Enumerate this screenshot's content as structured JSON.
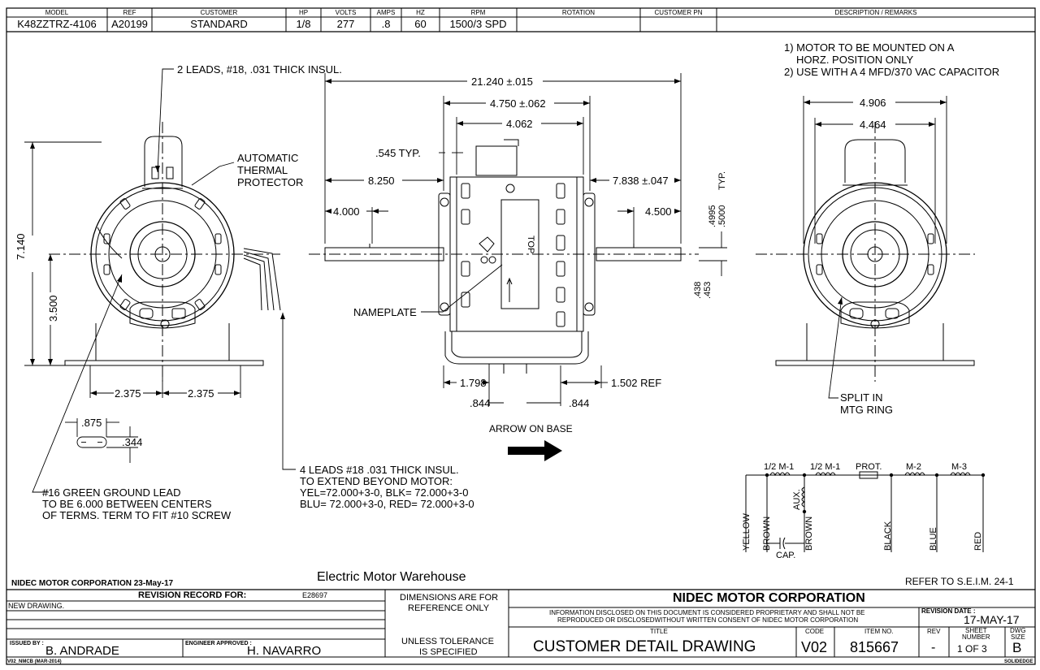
{
  "header": {
    "cols": [
      "MODEL",
      "REF",
      "CUSTOMER",
      "HP",
      "VOLTS",
      "AMPS",
      "HZ",
      "RPM",
      "ROTATION",
      "CUSTOMER PN",
      "DESCRIPTION / REMARKS"
    ],
    "vals": [
      "K48ZZTRZ-4106",
      "A20199",
      "STANDARD",
      "1/8",
      "277",
      ".8",
      "60",
      "1500/3 SPD",
      "",
      "",
      ""
    ]
  },
  "notes": {
    "n1a": "1) MOTOR TO BE MOUNTED ON A",
    "n1b": "HORZ. POSITION ONLY",
    "n2": "2) USE WITH A 4 MFD/370 VAC CAPACITOR"
  },
  "callouts": {
    "leads2": "2 LEADS, #18, .031 THICK INSUL.",
    "thermal1": "AUTOMATIC",
    "thermal2": "THERMAL",
    "thermal3": "PROTECTOR",
    "nameplate": "NAMEPLATE",
    "top": "TOP",
    "split1": "SPLIT IN",
    "split2": "MTG RING",
    "arrow": "ARROW ON BASE",
    "ground1": "#16 GREEN GROUND LEAD",
    "ground2": "TO BE  6.000 BETWEEN CENTERS",
    "ground3": "OF TERMS. TERM TO FIT #10 SCREW",
    "leads4a": "4 LEADS #18 .031 THICK INSUL.",
    "leads4b": "TO EXTEND BEYOND MOTOR:",
    "leads4c": "YEL=72.000+3-0, BLK= 72.000+3-0",
    "leads4d": "BLU= 72.000+3-0, RED= 72.000+3-0"
  },
  "dims": {
    "d21240": "21.240 ±.015",
    "d4750": "4.750 ±.062",
    "d4062": "4.062",
    "d545": ".545 TYP.",
    "d8250": "8.250",
    "d7838": "7.838 ±.047",
    "d4000": "4.000",
    "d4500": "4.500",
    "d4995": ".4995",
    "d5000": ".5000",
    "dtyp": "TYP.",
    "d438": ".438",
    "d453": ".453",
    "d1798": "1.798",
    "d1502": "1.502 REF",
    "d844": ".844",
    "d7140": "7.140",
    "d3500": "3.500",
    "d2375": "2.375",
    "d875": ".875",
    "d344": ".344",
    "d4906": "4.906",
    "d4464": "4.464"
  },
  "schematic": {
    "m1a": "1/2  M-1",
    "m1b": "1/2  M-1",
    "prot": "PROT.",
    "m2": "M-2",
    "m3": "M-3",
    "aux": "AUX.",
    "cap": "CAP.",
    "wires": [
      "YELLOW",
      "BROWN",
      "BROWN",
      "BLACK",
      "BLUE",
      "RED"
    ]
  },
  "title_block": {
    "nidec_date": "NIDEC MOTOR CORPORATION 23-May-17",
    "warehouse": "Electric Motor Warehouse",
    "refer": "REFER TO S.E.I.M. 24-1",
    "revision_record_label": "REVISION RECORD FOR:",
    "revision_record_num": "E28697",
    "new_drawing": "NEW DRAWING.",
    "dims_ref1": "DIMENSIONS ARE FOR",
    "dims_ref2": "REFERENCE ONLY",
    "unless1": "UNLESS TOLERANCE",
    "unless2": "IS SPECIFIED",
    "company": "NIDEC MOTOR CORPORATION",
    "info1": "INFORMATION DISCLOSED ON THIS DOCUMENT IS CONSIDERED PROPRIETARY AND SHALL NOT BE",
    "info2": "REPRODUCED OR DISCLOSEDWITHOUT WRITTEN CONSENT OF NIDEC MOTOR CORPORATION",
    "revision_date_label": "REVISION DATE :",
    "revision_date": "17-MAY-17",
    "title_label": "TITLE",
    "title": "CUSTOMER  DETAIL  DRAWING",
    "code_label": "CODE",
    "code": "V02",
    "item_label": "ITEM NO.",
    "item": "815667",
    "rev_label": "REV",
    "rev": "-",
    "sheet_label1": "SHEET",
    "sheet_label2": "NUMBER",
    "sheet": "1  OF  3",
    "dwg_label1": "DWG",
    "dwg_label2": "SIZE",
    "dwg": "B",
    "issued_label": "ISSUED BY :",
    "issued": "B. ANDRADE",
    "engineer_label": "ENGINEER APPROVED :",
    "engineer": "H. NAVARRO",
    "footer_left": "V02_NMCB (MAR-2014)",
    "footer_right": "SOLIDEDGE"
  }
}
